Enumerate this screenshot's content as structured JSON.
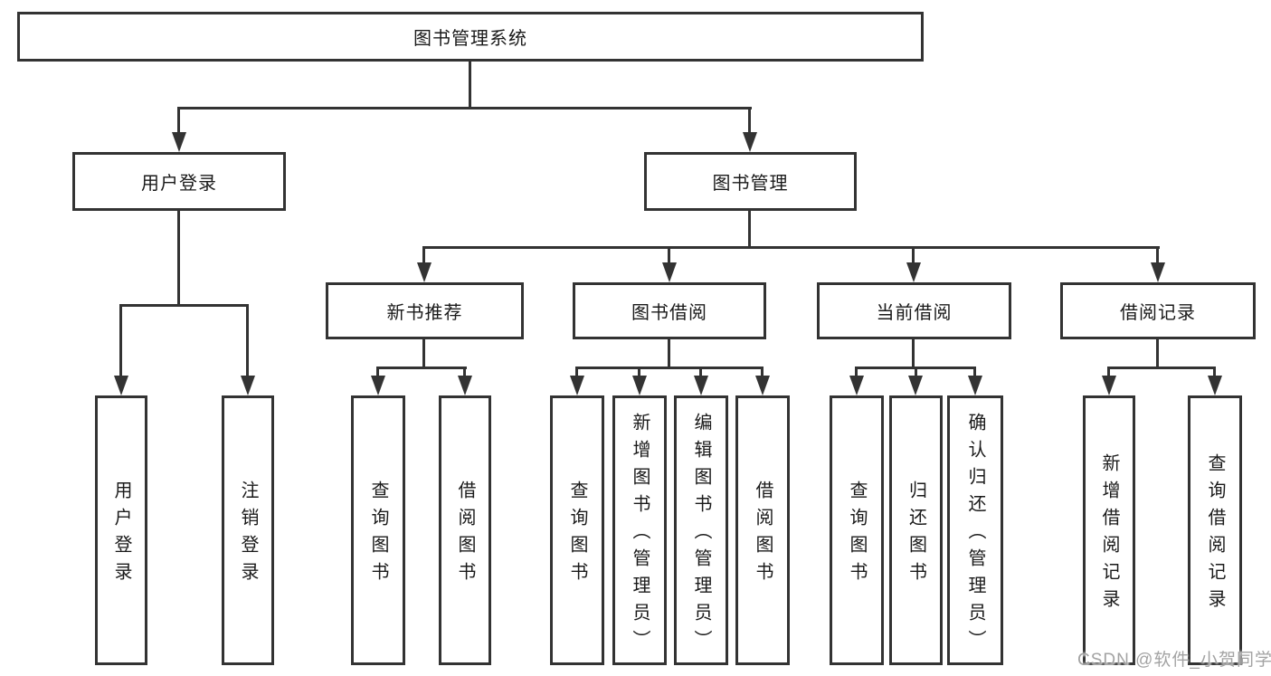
{
  "diagram": {
    "root": "图书管理系统",
    "level2": [
      "用户登录",
      "图书管理"
    ],
    "level3": [
      "新书推荐",
      "图书借阅",
      "当前借阅",
      "借阅记录"
    ],
    "leaves": {
      "user_login": [
        "用户登录",
        "注销登录"
      ],
      "new_book": [
        "查询图书",
        "借阅图书"
      ],
      "book_borrow": [
        "查询图书",
        "新增图书（管理员）",
        "编辑图书（管理员）",
        "借阅图书"
      ],
      "current_borrow": [
        "查询图书",
        "归还图书",
        "确认归还（管理员）"
      ],
      "borrow_record": [
        "新增借阅记录",
        "查询借阅记录"
      ]
    }
  },
  "watermark": "CSDN @软件_小贺同学",
  "colors": {
    "line": "#333333",
    "text": "#1a1a1a",
    "watermark": "#a3a3a3",
    "background": "#ffffff"
  }
}
